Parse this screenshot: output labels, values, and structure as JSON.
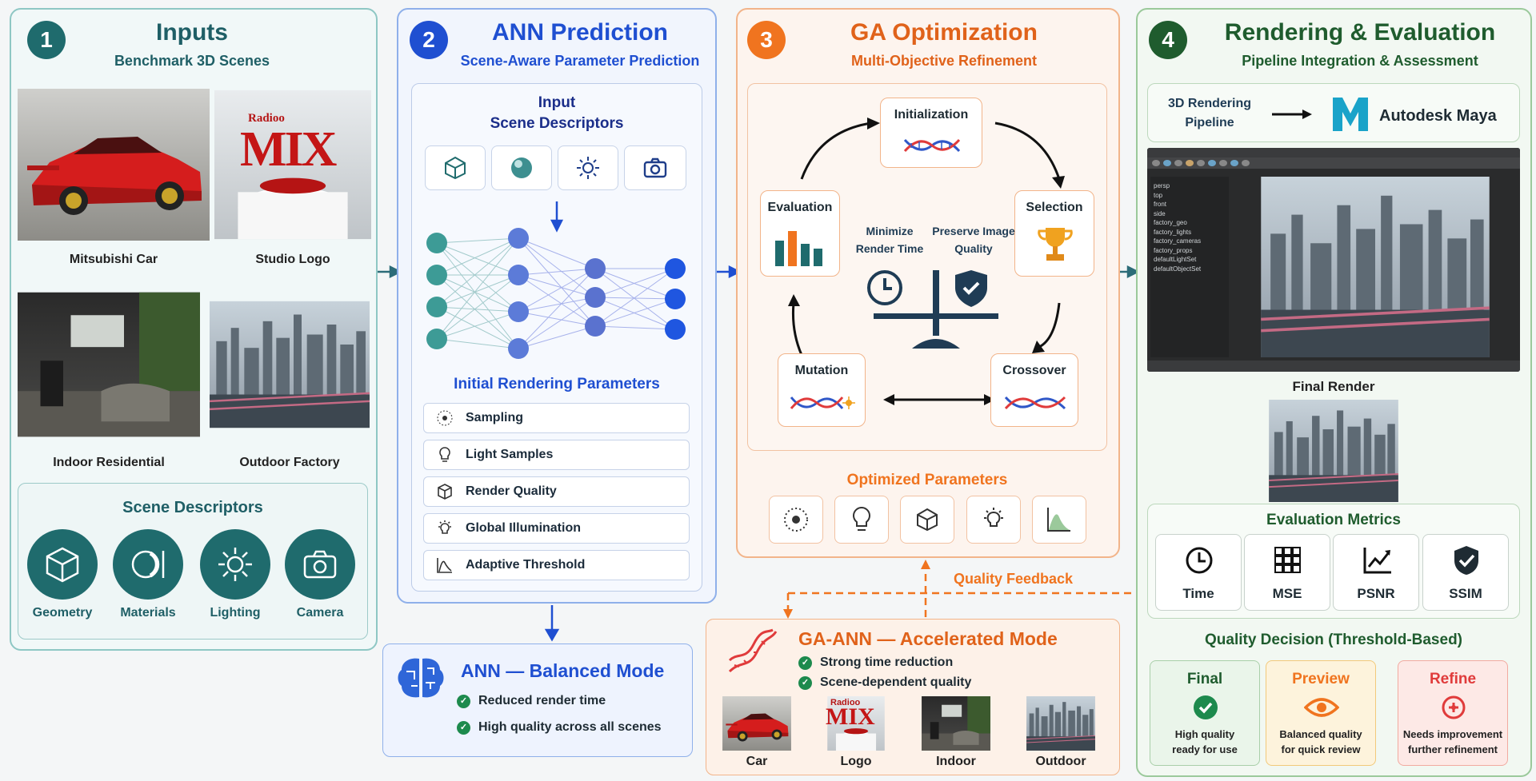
{
  "colors": {
    "teal": "#1f6b6d",
    "blue": "#1f4fd1",
    "orange": "#f0741f",
    "green": "#1f5c2e",
    "red": "#e03b3b"
  },
  "p1": {
    "num": "1",
    "title": "Inputs",
    "subtitle": "Benchmark 3D Scenes",
    "scenes": [
      "Mitsubishi Car",
      "Studio Logo",
      "Indoor Residential",
      "Outdoor Factory"
    ],
    "logo_text_small": "Radioo",
    "logo_text_big": "MIX",
    "desc_title": "Scene Descriptors",
    "descriptors": [
      "Geometry",
      "Materials",
      "Lighting",
      "Camera"
    ]
  },
  "p2": {
    "num": "2",
    "title": "ANN Prediction",
    "subtitle": "Scene-Aware Parameter Prediction",
    "input_line1": "Input",
    "input_line2": "Scene Descriptors",
    "params_title": "Initial Rendering Parameters",
    "params": [
      "Sampling",
      "Light Samples",
      "Render Quality",
      "Global Illumination",
      "Adaptive Threshold"
    ]
  },
  "balanced": {
    "title": "ANN — Balanced Mode",
    "items": [
      "Reduced render time",
      "High quality across all scenes"
    ]
  },
  "p3": {
    "num": "3",
    "title": "GA Optimization",
    "subtitle": "Multi-Objective Refinement",
    "nodes": {
      "init": "Initialization",
      "selection": "Selection",
      "crossover": "Crossover",
      "mutation": "Mutation",
      "evaluation": "Evaluation"
    },
    "minimize": "Minimize Render Time",
    "preserve": "Preserve Image Quality",
    "optimized": "Optimized Parameters",
    "feedback": "Quality Feedback"
  },
  "accel": {
    "title": "GA-ANN — Accelerated Mode",
    "items": [
      "Strong time reduction",
      "Scene-dependent quality"
    ],
    "thumbs": [
      "Car",
      "Logo",
      "Indoor",
      "Outdoor"
    ],
    "logo_small": "Radioo",
    "logo_big": "MIX"
  },
  "p4": {
    "num": "4",
    "title": "Rendering & Evaluation",
    "subtitle": "Pipeline Integration & Assessment",
    "pipeline": "3D Rendering Pipeline",
    "maya": "Autodesk Maya",
    "outliner": [
      "persp",
      "top",
      "front",
      "side",
      "factory_geo",
      "factory_lights",
      "factory_cameras",
      "factory_props",
      "defaultLightSet",
      "defaultObjectSet"
    ],
    "final_render": "Final Render",
    "metrics_title": "Evaluation Metrics",
    "metrics": [
      "Time",
      "MSE",
      "PSNR",
      "SSIM"
    ],
    "decision_title": "Quality Decision (Threshold-Based)",
    "decisions": [
      {
        "head": "Final",
        "l1": "High quality",
        "l2": "ready for use"
      },
      {
        "head": "Preview",
        "l1": "Balanced quality",
        "l2": "for quick review"
      },
      {
        "head": "Refine",
        "l1": "Needs improvement",
        "l2": "further refinement"
      }
    ]
  }
}
